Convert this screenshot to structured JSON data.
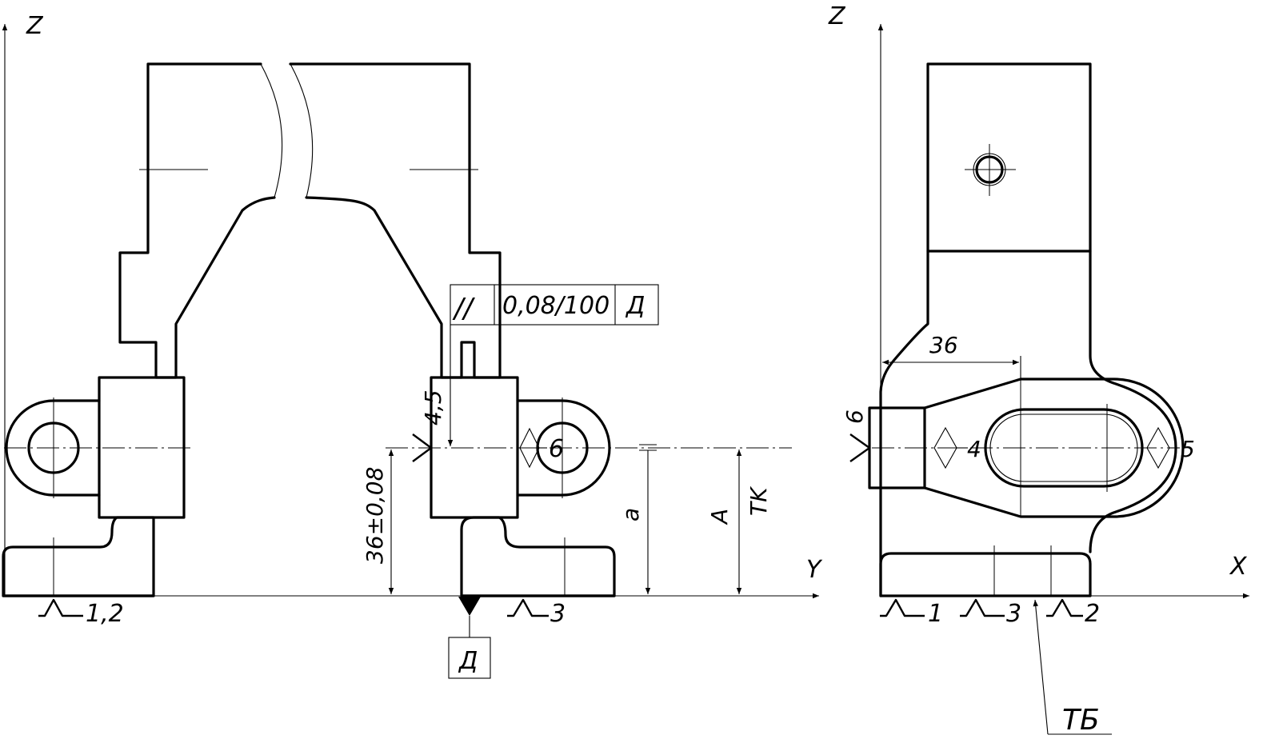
{
  "axes": {
    "left_z": "Z",
    "left_y": "Y",
    "right_z": "Z",
    "right_x": "X"
  },
  "tolerance_frame": {
    "symbol": "//",
    "value": "0,08/100",
    "datum": "Д"
  },
  "datum_label": "Д",
  "dimensions": {
    "height_36": "36±0,08",
    "a": "a",
    "A": "A",
    "TK": "TK",
    "right_36": "36"
  },
  "support_points": {
    "left_12": "1,2",
    "left_3": "3",
    "left_45": "4,5",
    "left_6": "6",
    "right_1": "1",
    "right_3": "3",
    "right_2": "2",
    "right_6": "6",
    "right_4": "4",
    "right_5": "5"
  },
  "base_label": "ТБ"
}
